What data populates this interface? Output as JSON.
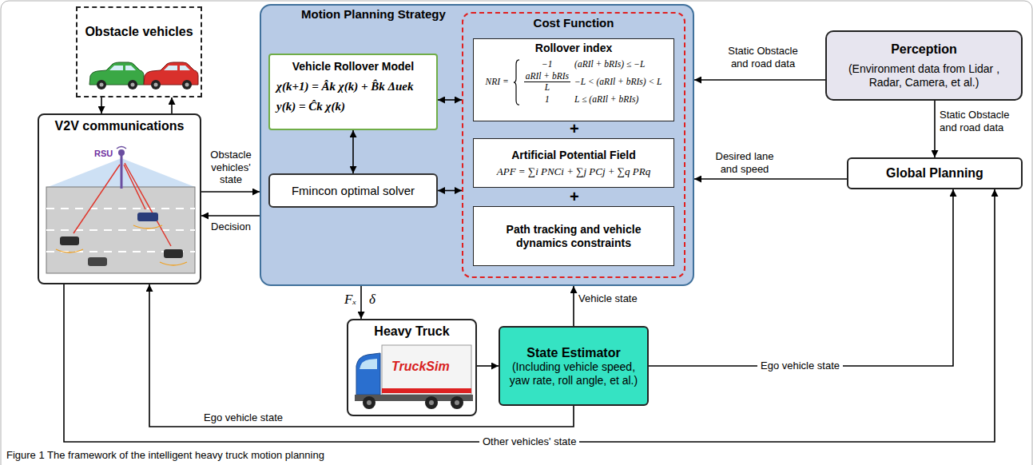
{
  "diagram": {
    "caption": "Figure 1 The framework of the intelligent heavy truck motion planning",
    "nodes": [
      {
        "text": [
          "Obstacle vehicles"
        ]
      },
      {
        "text": [
          "V2V communications"
        ]
      },
      {
        "text": [
          "Motion Planning Strategy"
        ]
      },
      {
        "text": [
          "Vehicle Rollover Model",
          "χ(k+1) = Âk χ(k) + B̂k Δuek",
          "y(k) = Ĉk χ(k)"
        ],
        "in": 2
      },
      {
        "text": [
          "Fmincon optimal solver"
        ],
        "in": 2
      },
      {
        "text": [
          "Cost Function"
        ],
        "in": 2
      },
      {
        "text": [
          "Rollover index",
          "NRI =",
          "−1",
          "(aRIl + bRIs) ≤ −L",
          "aRIl + bRIs",
          "L",
          "−L < (aRIl + bRIs) < L",
          "1",
          "L ≤ (aRIl + bRIs)"
        ],
        "in": 5
      },
      {
        "text": [
          "Artificial Potential Field",
          "APF = ∑i PNCi + ∑j PCj + ∑q PRq"
        ],
        "in": 5
      },
      {
        "text": [
          "Path tracking and vehicle dynamics constraints"
        ],
        "in": 5
      },
      {
        "text": [
          "Perception",
          "(Environment data from Lidar , Radar, Camera, et al.)"
        ]
      },
      {
        "text": [
          "Global Planning"
        ]
      },
      {
        "text": [
          "Heavy Truck"
        ]
      },
      {
        "text": [
          "State Estimator",
          "(Including vehicle speed, yaw rate, roll angle, et al.)"
        ]
      }
    ],
    "edges": [
      {
        "from": 0,
        "to": 1,
        "arrow": "to"
      },
      {
        "from": 1,
        "to": 0,
        "arrow": "to"
      },
      {
        "from": 1,
        "to": 2,
        "label": "Obstacle vehicles' state",
        "arrow": "to"
      },
      {
        "from": 2,
        "to": 1,
        "label": "Decision",
        "arrow": "to"
      },
      {
        "from": 3,
        "to": 5,
        "arrow": "both"
      },
      {
        "from": 3,
        "to": 4,
        "arrow": "both"
      },
      {
        "from": 4,
        "to": 5,
        "arrow": "both"
      },
      {
        "from": 9,
        "to": 2,
        "label": "Static Obstacle and road data",
        "arrow": "to"
      },
      {
        "from": 9,
        "to": 10,
        "label": "Static Obstacle and road data",
        "arrow": "to"
      },
      {
        "from": 10,
        "to": 2,
        "label": "Desired lane and speed",
        "arrow": "to"
      },
      {
        "from": 2,
        "to": 11,
        "label": "Fₓ",
        "arrow": "to"
      },
      {
        "from": 11,
        "to": 12,
        "arrow": "to"
      },
      {
        "from": 12,
        "to": 2,
        "label": "Vehicle state",
        "arrow": "to"
      },
      {
        "from": 12,
        "to": 10,
        "label": "Ego vehicle state",
        "arrow": "to"
      },
      {
        "from": 12,
        "to": 1,
        "label": "Ego vehicle state",
        "arrow": "to"
      },
      {
        "from": 1,
        "to": 10,
        "label": "Other vehicles' state",
        "arrow": "to"
      }
    ],
    "labels": [
      "RSU",
      "+",
      "+",
      "δ",
      "TruckSim"
    ]
  }
}
